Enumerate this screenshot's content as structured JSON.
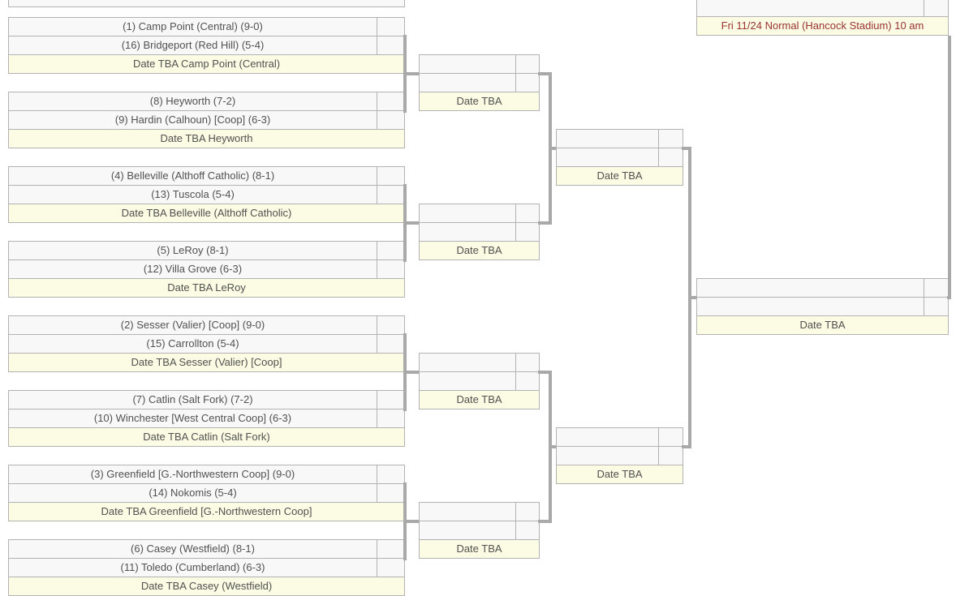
{
  "colors": {
    "row_bg": "#f8f8f8",
    "date_bg": "#fcfbe3",
    "border": "#b3b3b3",
    "connector": "#a9a9a9",
    "text": "#515151",
    "championship_text": "#993333"
  },
  "round1": [
    {
      "top": "(1) Camp Point (Central) (9-0)",
      "bottom": "(16) Bridgeport (Red Hill) (5-4)",
      "date": "Date TBA Camp Point (Central)"
    },
    {
      "top": "(8) Heyworth (7-2)",
      "bottom": "(9) Hardin (Calhoun) [Coop] (6-3)",
      "date": "Date TBA Heyworth"
    },
    {
      "top": "(4) Belleville (Althoff Catholic) (8-1)",
      "bottom": "(13) Tuscola (5-4)",
      "date": "Date TBA Belleville (Althoff Catholic)"
    },
    {
      "top": "(5) LeRoy (8-1)",
      "bottom": "(12) Villa Grove (6-3)",
      "date": "Date TBA LeRoy"
    },
    {
      "top": "(2) Sesser (Valier) [Coop] (9-0)",
      "bottom": "(15) Carrollton (5-4)",
      "date": "Date TBA Sesser (Valier) [Coop]"
    },
    {
      "top": "(7) Catlin (Salt Fork) (7-2)",
      "bottom": "(10) Winchester [West Central Coop] (6-3)",
      "date": "Date TBA Catlin (Salt Fork)"
    },
    {
      "top": "(3) Greenfield [G.-Northwestern Coop] (9-0)",
      "bottom": "(14) Nokomis (5-4)",
      "date": "Date TBA Greenfield [G.-Northwestern Coop]"
    },
    {
      "top": "(6) Casey (Westfield) (8-1)",
      "bottom": "(11) Toledo (Cumberland) (6-3)",
      "date": "Date TBA Casey (Westfield)"
    }
  ],
  "round2": [
    {
      "date": "Date TBA"
    },
    {
      "date": "Date TBA"
    },
    {
      "date": "Date TBA"
    },
    {
      "date": "Date TBA"
    }
  ],
  "semifinals": [
    {
      "date": "Date TBA"
    },
    {
      "date": "Date TBA"
    }
  ],
  "half_final": {
    "date": "Date TBA"
  },
  "championship": {
    "date": "Fri 11/24 Normal (Hancock Stadium) 10 am"
  }
}
